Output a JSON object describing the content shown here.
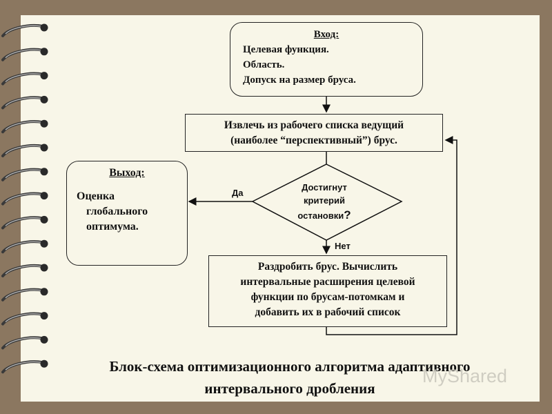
{
  "input_box": {
    "heading": "Вход:",
    "lines": [
      "Целевая функция.",
      "Область.",
      "Допуск на размер бруса."
    ]
  },
  "extract_box": {
    "lines": [
      "Извлечь из рабочего списка ведущий",
      "(наиболее “перспективный”) брус."
    ]
  },
  "decision": {
    "lines": [
      "Достигнут",
      "критерий",
      "остановки"
    ],
    "question_mark": "?",
    "yes_label": "Да",
    "no_label": "Нет"
  },
  "output_box": {
    "heading": "Выход:",
    "lines": [
      "Оценка",
      "глобального",
      "оптимума."
    ]
  },
  "split_box": {
    "lines": [
      "Раздробить брус. Вычислить",
      "интервальные расширения целевой",
      "функции по брусам-потомкам и",
      "добавить их в рабочий список"
    ]
  },
  "caption": {
    "line1": "Блок-схема оптимизационного алгоритма адаптивного",
    "line2": "интервального дробления"
  },
  "watermark": {
    "text": "MyShared"
  },
  "colors": {
    "background": "#8b7760",
    "paper": "#f8f6e8",
    "ink": "#111111"
  }
}
